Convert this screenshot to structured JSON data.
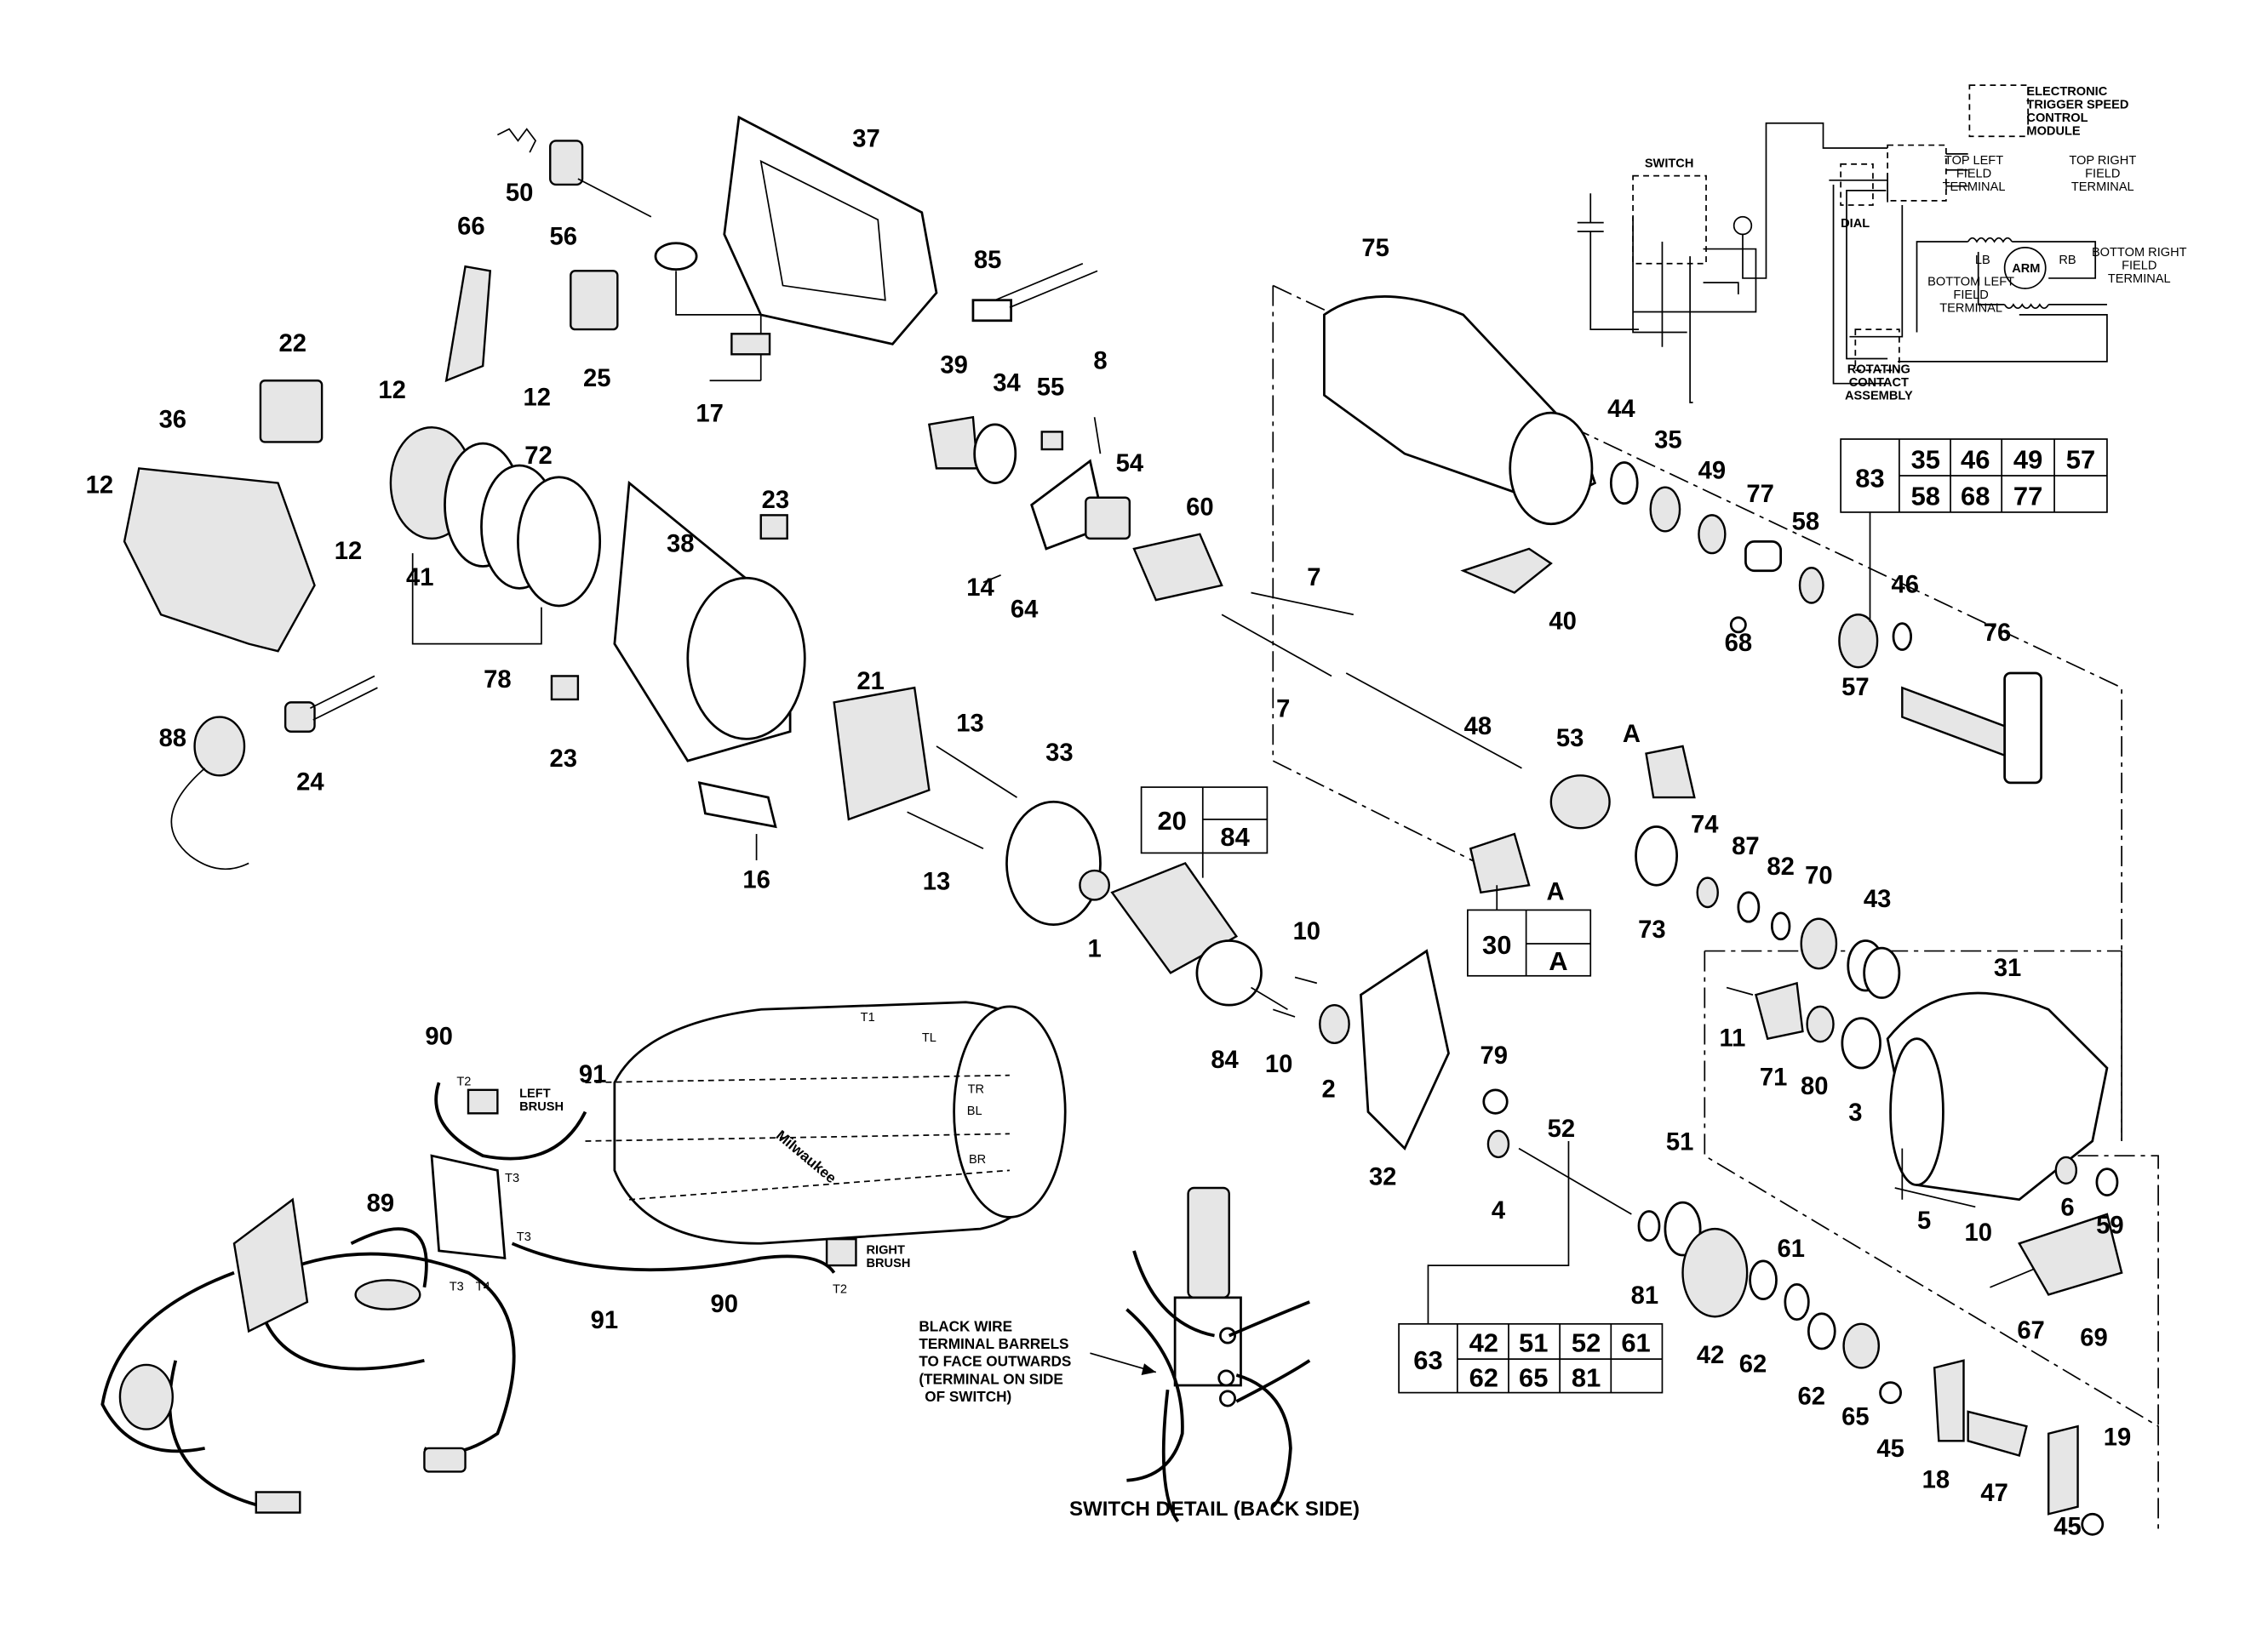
{
  "callouts": {
    "c50": "50",
    "c56": "56",
    "c37": "37",
    "c66": "66",
    "c22": "22",
    "c85": "85",
    "c75": "75",
    "c12a": "12",
    "c25": "25",
    "c17": "17",
    "c39": "39",
    "c34": "34",
    "c55": "55",
    "c8": "8",
    "c12b": "12",
    "c36": "36",
    "c72": "72",
    "c54": "54",
    "c60": "60",
    "c44": "44",
    "c35": "35",
    "c49": "49",
    "c77": "77",
    "c58": "58",
    "c12c": "12",
    "c12d": "12",
    "c41": "41",
    "c38": "38",
    "c23a": "23",
    "c14": "14",
    "c64": "64",
    "c7a": "7",
    "c40": "40",
    "c68": "68",
    "c46": "46",
    "c76": "76",
    "c57": "57",
    "c78": "78",
    "c7b": "7",
    "c23b": "23",
    "c21": "21",
    "c13a": "13",
    "c48": "48",
    "c53": "53",
    "cAa": "A",
    "c88": "88",
    "c24": "24",
    "c33": "33",
    "c16": "16",
    "c13b": "13",
    "c74": "74",
    "c87": "87",
    "c82": "82",
    "c70": "70",
    "c43": "43",
    "c1": "1",
    "c10a": "10",
    "cAb": "A",
    "c73": "73",
    "c31": "31",
    "c90a": "90",
    "c91a": "91",
    "c84": "84",
    "c10b": "10",
    "c2": "2",
    "c79": "79",
    "c11": "11",
    "c71": "71",
    "c80": "80",
    "c3": "3",
    "c52": "52",
    "c32": "32",
    "c4": "4",
    "c51": "51",
    "c89": "89",
    "c5": "5",
    "c10c": "10",
    "c6": "6",
    "c59": "59",
    "c61": "61",
    "c81": "81",
    "c91b": "91",
    "c90b": "90",
    "c67": "67",
    "c69": "69",
    "c42": "42",
    "c62a": "62",
    "c62b": "62",
    "c65": "65",
    "c19": "19",
    "c18": "18",
    "c47": "47",
    "c45a": "45",
    "c45b": "45"
  },
  "kit_tables": {
    "kit83": {
      "kit": "83",
      "parts": [
        "35",
        "46",
        "49",
        "57",
        "58",
        "68",
        "77",
        ""
      ]
    },
    "kit20": {
      "kit": "20",
      "parts": [
        "",
        "84"
      ]
    },
    "kit30": {
      "kit": "30",
      "parts": [
        "",
        "A"
      ]
    },
    "kit63": {
      "kit": "63",
      "parts": [
        "42",
        "51",
        "52",
        "61",
        "62",
        "65",
        "81",
        ""
      ]
    }
  },
  "schematic": {
    "module": [
      "ELECTRONIC",
      "TRIGGER SPEED",
      "CONTROL",
      "MODULE"
    ],
    "dial": "DIAL",
    "switch": "SWITCH",
    "top_left": [
      "TOP LEFT",
      "FIELD",
      "TERMINAL"
    ],
    "top_right": [
      "TOP RIGHT",
      "FIELD",
      "TERMINAL"
    ],
    "bottom_left": [
      "BOTTOM LEFT",
      "FIELD",
      "TERMINAL"
    ],
    "bottom_right": [
      "BOTTOM RIGHT",
      "FIELD",
      "TERMINAL"
    ],
    "arm": "ARM",
    "lb": "LB",
    "rb": "RB",
    "rotating": [
      "ROTATING",
      "CONTACT",
      "ASSEMBLY"
    ]
  },
  "wiring": {
    "t1": "T1",
    "tl": "TL",
    "tr": "TR",
    "bl": "BL",
    "br": "BR",
    "t2a": "T2",
    "left_brush": [
      "LEFT",
      "BRUSH"
    ],
    "t3a": "T3",
    "t3b": "T3",
    "t3c": "T3",
    "t4": "T4",
    "right_brush": [
      "RIGHT",
      "BRUSH"
    ],
    "t2b": "T2",
    "brand": "Milwaukee"
  },
  "switch_detail": {
    "note": [
      "BLACK WIRE",
      "TERMINAL BARRELS",
      "TO FACE OUTWARDS",
      "(TERMINAL ON SIDE",
      "OF SWITCH)"
    ],
    "title": "SWITCH DETAIL (BACK SIDE)"
  }
}
